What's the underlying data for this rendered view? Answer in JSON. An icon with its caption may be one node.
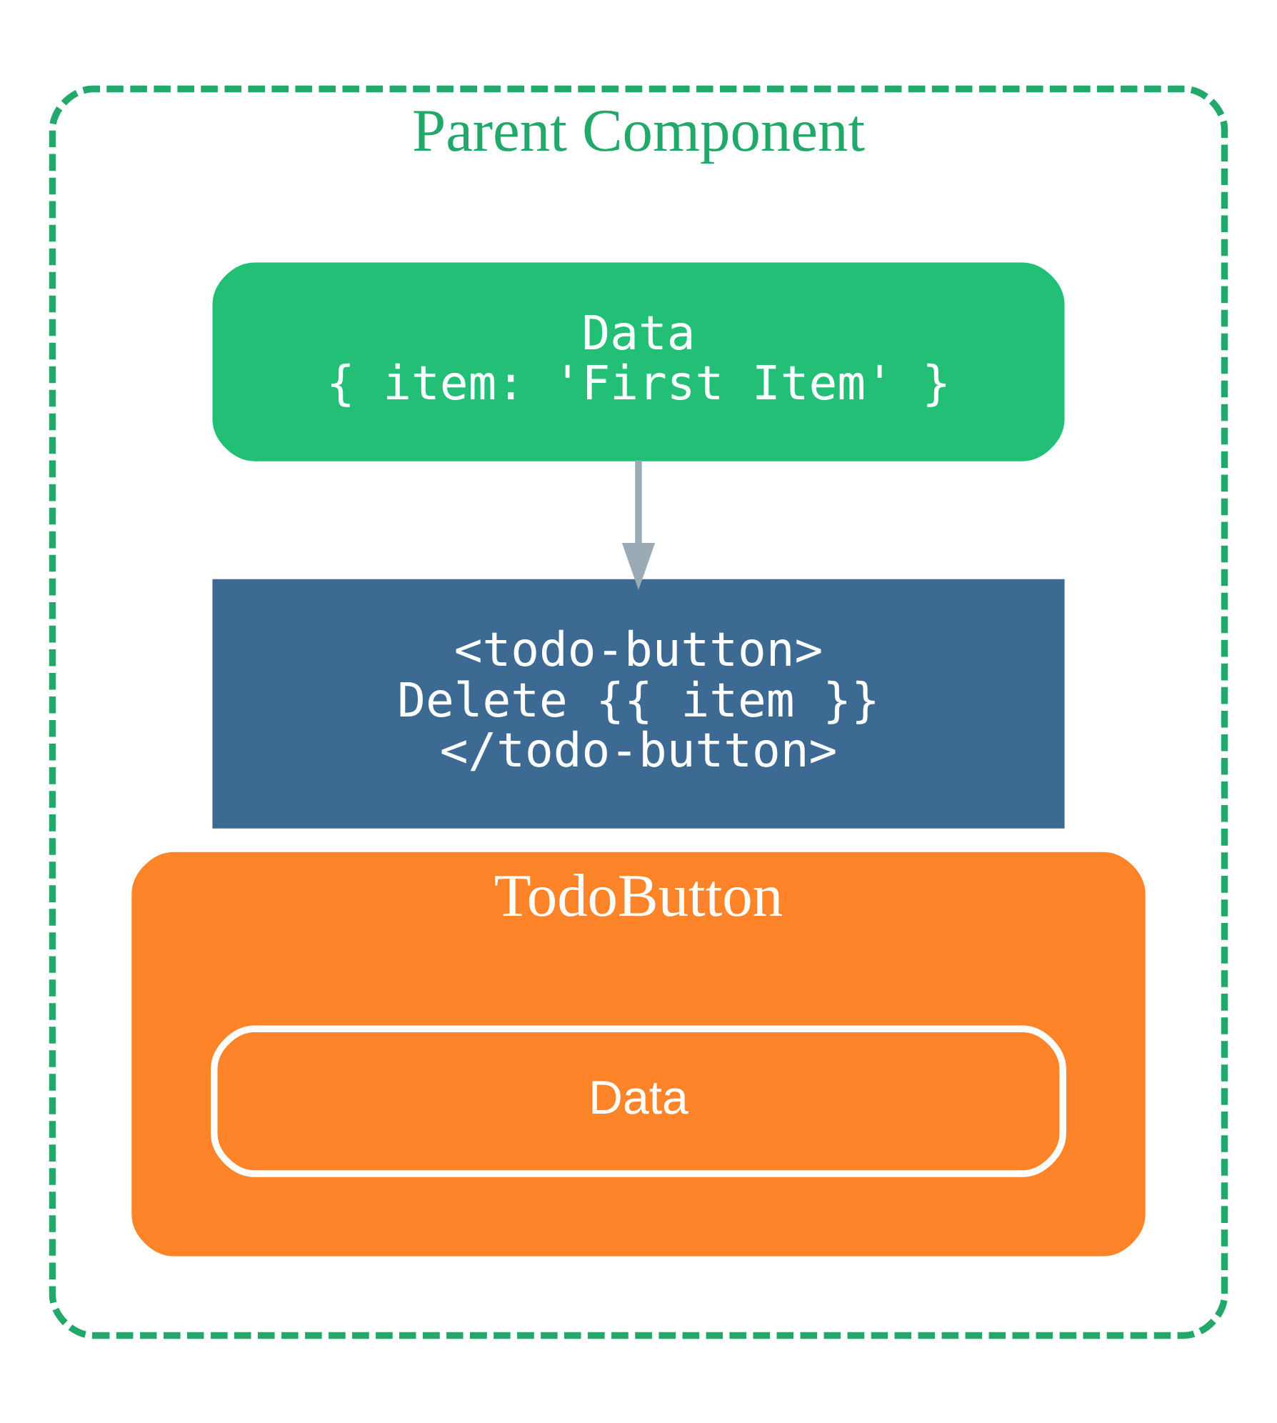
{
  "diagram": {
    "nodes": [
      {
        "text": [
          "Parent Component"
        ]
      },
      {
        "text": [
          "Data",
          "{ item: 'First Item' }"
        ],
        "in": 0
      },
      {
        "text": [
          "<todo-button>",
          "Delete {{ item }}",
          "</todo-button>"
        ],
        "in": 0
      },
      {
        "text": [
          "TodoButton"
        ],
        "in": 0
      },
      {
        "text": [
          "Data"
        ],
        "in": 3
      }
    ],
    "edges": [
      {
        "from": 1,
        "to": 2,
        "arrow": "to"
      }
    ]
  }
}
